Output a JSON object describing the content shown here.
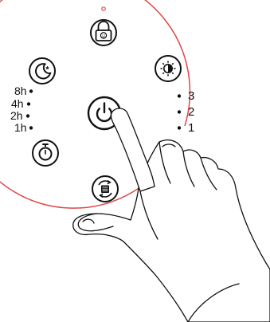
{
  "panel": {
    "accent_color": "#e04747",
    "timer_levels": [
      "8h",
      "4h",
      "2h",
      "1h"
    ],
    "brightness_levels": [
      "3",
      "2",
      "1"
    ]
  },
  "buttons": [
    {
      "id": "child-lock",
      "icon": "lock-with-face-icon"
    },
    {
      "id": "sleep-mode",
      "icon": "moon-icon"
    },
    {
      "id": "brightness",
      "icon": "sun-half-icon"
    },
    {
      "id": "power",
      "icon": "power-icon"
    },
    {
      "id": "timer",
      "icon": "stopwatch-icon"
    },
    {
      "id": "fan-mode",
      "icon": "rotating-fan-icon"
    }
  ],
  "overlay": {
    "icon": "pointing-hand"
  }
}
